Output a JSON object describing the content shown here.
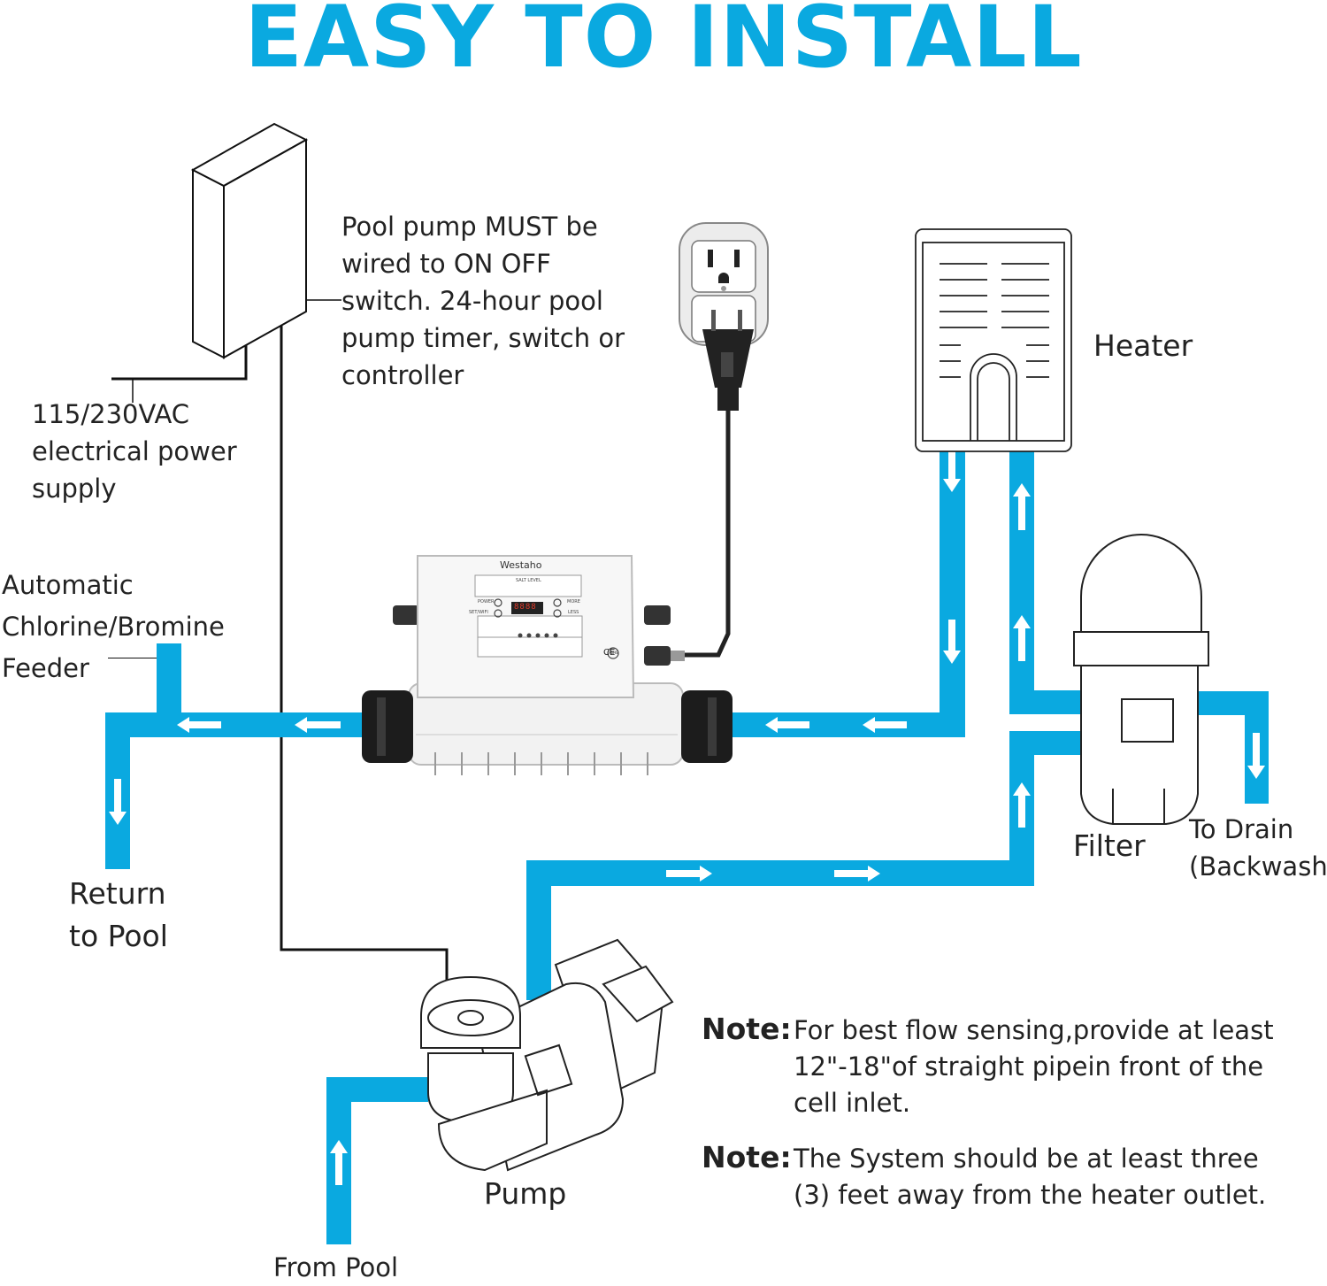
{
  "title": "EASY TO INSTALL",
  "labels": {
    "pump_switch_note": [
      "Pool pump MUST be",
      "wired to ON OFF",
      "switch. 24-hour pool",
      "pump timer, switch or",
      "controller"
    ],
    "power_supply": [
      "115/230VAC",
      "electrical power",
      "supply"
    ],
    "feeder": [
      "Automatic",
      "Chlorine/Bromine",
      "Feeder"
    ],
    "heater": "Heater",
    "filter": "Filter",
    "to_drain": [
      "To Drain",
      "(Backwash)"
    ],
    "return_to_pool": [
      "Return",
      "to Pool"
    ],
    "pump": "Pump",
    "from_pool": "From Pool"
  },
  "notes": [
    {
      "key": "Note:",
      "lines": [
        "For best flow sensing,provide at least",
        "12\"-18\"of straight pipein front of the",
        "cell inlet."
      ]
    },
    {
      "key": "Note:",
      "lines": [
        "The System should be at least three",
        "(3) feet away from the heater outlet."
      ]
    }
  ],
  "device": {
    "brand": "Westaho",
    "panel_title": "SALT LEVEL",
    "display": "8888",
    "buttons": [
      "POWER",
      "SET/WIFI",
      "MORE",
      "LESS"
    ],
    "cert_marks": [
      "CE",
      "RoHS"
    ]
  },
  "colors": {
    "pipe": "#0aa9e0",
    "title": "#0aa9e0",
    "line": "#111111"
  }
}
